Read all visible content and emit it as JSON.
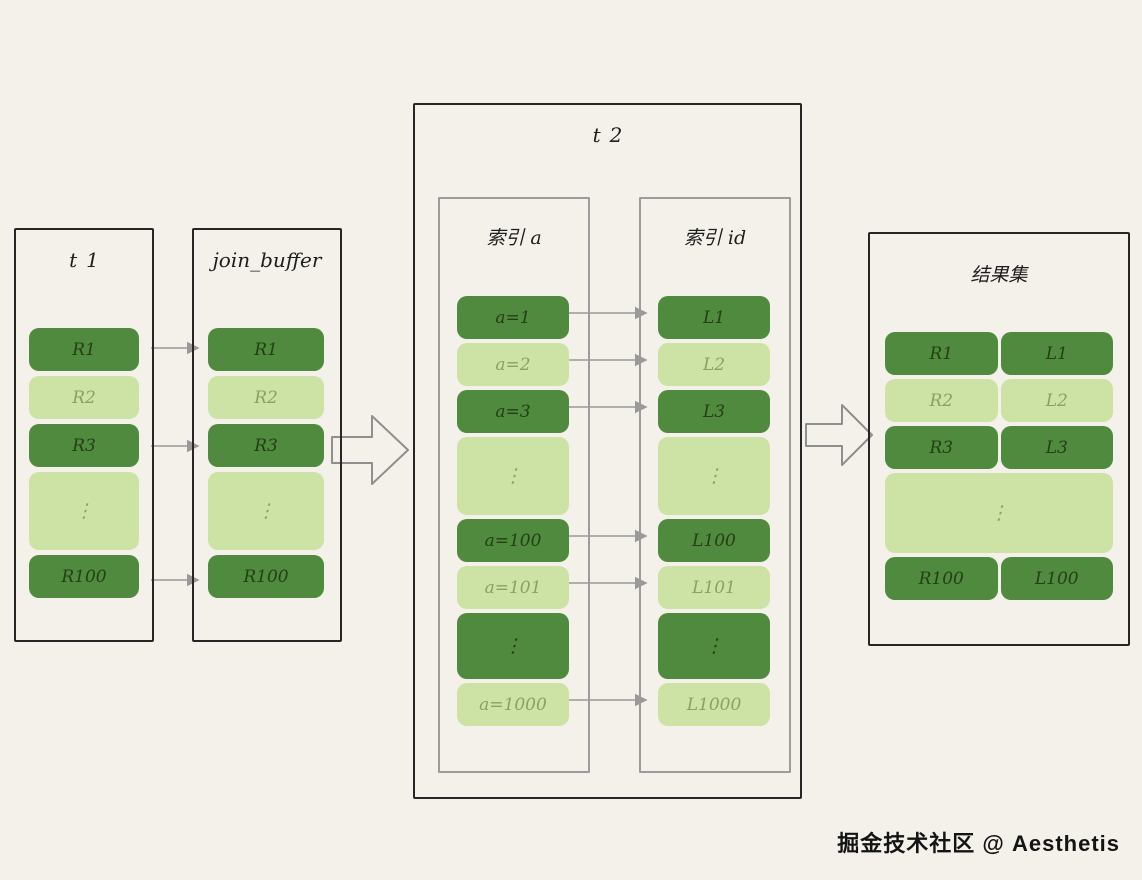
{
  "colors": {
    "background": "#f4f1ea",
    "dark_green": "#4f8a3e",
    "light_green": "#cce3a5",
    "outer_border": "#262626",
    "inner_border": "#9c9c9c",
    "arrow": "#999999"
  },
  "t1": {
    "title": "t1",
    "rows": [
      {
        "label": "R1"
      },
      {
        "label": "R2"
      },
      {
        "label": "R3"
      },
      {
        "label": "⋮"
      },
      {
        "label": "R100"
      }
    ]
  },
  "join_buffer": {
    "title": "join_buffer",
    "rows": [
      {
        "label": "R1"
      },
      {
        "label": "R2"
      },
      {
        "label": "R3"
      },
      {
        "label": "⋮"
      },
      {
        "label": "R100"
      }
    ]
  },
  "t2": {
    "title": "t2",
    "index_a": {
      "title": "索引 a",
      "rows": [
        {
          "label": "a=1"
        },
        {
          "label": "a=2"
        },
        {
          "label": "a=3"
        },
        {
          "label": "⋮"
        },
        {
          "label": "a=100"
        },
        {
          "label": "a=101"
        },
        {
          "label": "⋮"
        },
        {
          "label": "a=1000"
        }
      ]
    },
    "index_id": {
      "title": "索引 id",
      "rows": [
        {
          "label": "L1"
        },
        {
          "label": "L2"
        },
        {
          "label": "L3"
        },
        {
          "label": "⋮"
        },
        {
          "label": "L100"
        },
        {
          "label": "L101"
        },
        {
          "label": "⋮"
        },
        {
          "label": "L1000"
        }
      ]
    }
  },
  "result": {
    "title": "结果集",
    "rows": [
      {
        "left": "R1",
        "right": "L1"
      },
      {
        "left": "R2",
        "right": "L2"
      },
      {
        "left": "R3",
        "right": "L3"
      },
      {
        "dots": "⋮"
      },
      {
        "left": "R100",
        "right": "L100"
      }
    ]
  },
  "watermark": "掘金技术社区 @ Aesthetis"
}
